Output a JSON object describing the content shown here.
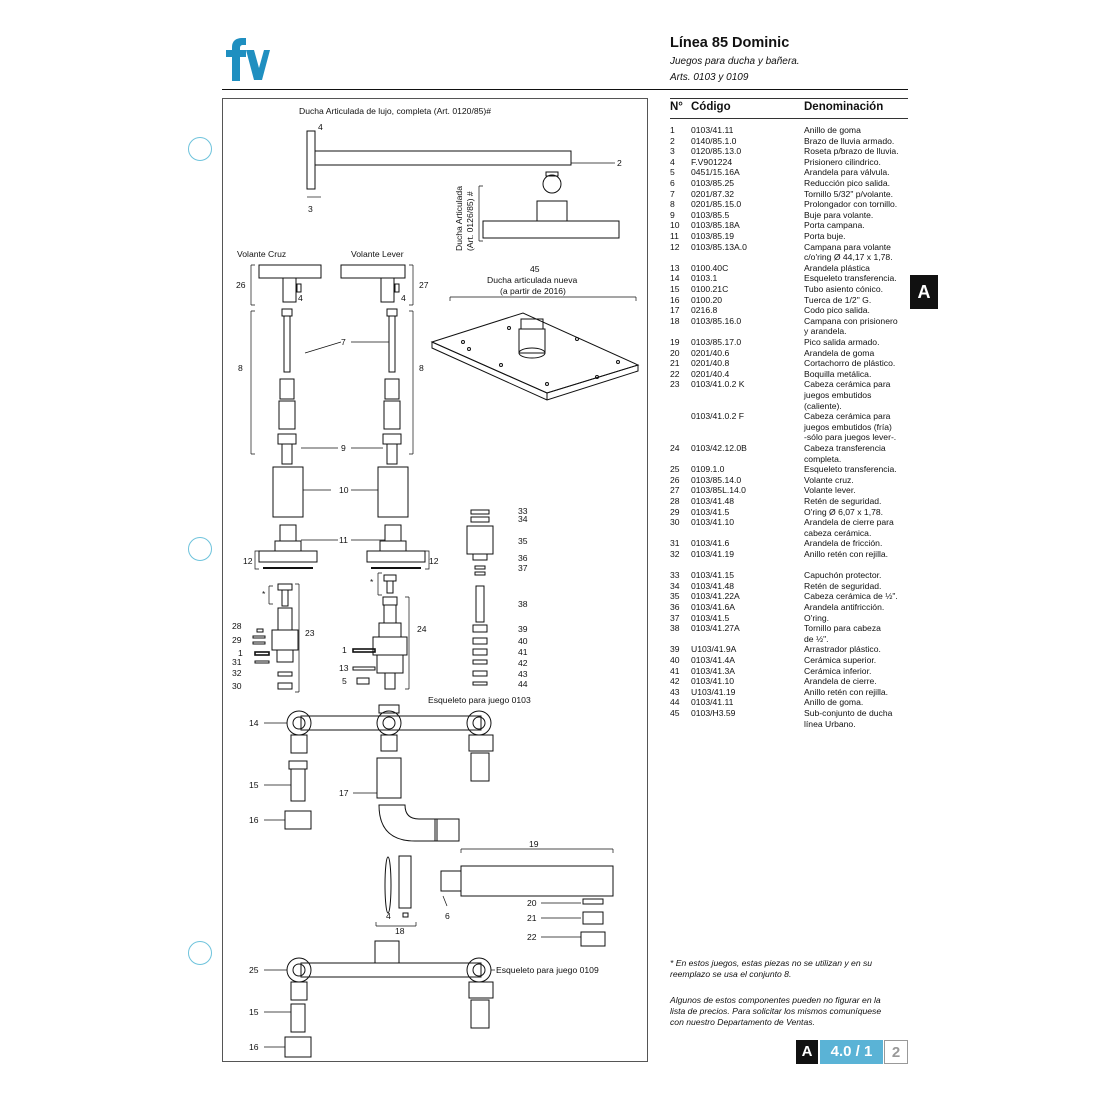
{
  "header": {
    "logo": "fv",
    "title": "Línea 85 Dominic",
    "subtitle": "Juegos para ducha y bañera.",
    "arts": "Arts. 0103 y 0109"
  },
  "diagram": {
    "title_top": "Ducha Articulada de lujo, completa (Art. 0120/85)#",
    "ducha_articulada_l1": "Ducha Articulada",
    "ducha_articulada_l2": "(Art. 0126/85) #",
    "volante_cruz": "Volante Cruz",
    "volante_lever": "Volante Lever",
    "nueva_num": "45",
    "nueva_l1": "Ducha articulada nueva",
    "nueva_l2": "(a partir de 2016)",
    "esqueleto_0103": "Esqueleto para juego 0103",
    "esqueleto_0109": "Esqueleto para juego 0109",
    "star": "*"
  },
  "table": {
    "col_n": "N°",
    "col_code": "Código",
    "col_desc": "Denominación",
    "rows": [
      {
        "n": "1",
        "code": "0103/41.11",
        "desc": [
          "Anillo de goma"
        ]
      },
      {
        "n": "2",
        "code": "0140/85.1.0",
        "desc": [
          "Brazo de lluvia armado."
        ]
      },
      {
        "n": "3",
        "code": "0120/85.13.0",
        "desc": [
          "Roseta p/brazo de lluvia."
        ]
      },
      {
        "n": "4",
        "code": "F.V901224",
        "desc": [
          "Prisionero cilindrico."
        ]
      },
      {
        "n": "5",
        "code": "0451/15.16A",
        "desc": [
          "Arandela para válvula."
        ]
      },
      {
        "n": "6",
        "code": "0103/85.25",
        "desc": [
          "Reducción pico salida."
        ]
      },
      {
        "n": "7",
        "code": "0201/87.32",
        "desc": [
          "Tornillo 5/32\" p/volante."
        ]
      },
      {
        "n": "8",
        "code": "0201/85.15.0",
        "desc": [
          "Prolongador con tornillo."
        ]
      },
      {
        "n": "9",
        "code": "0103/85.5",
        "desc": [
          "Buje para volante."
        ]
      },
      {
        "n": "10",
        "code": "0103/85.18A",
        "desc": [
          "Porta campana."
        ]
      },
      {
        "n": "11",
        "code": "0103/85.19",
        "desc": [
          "Porta buje."
        ]
      },
      {
        "n": "12",
        "code": "0103/85.13A.0",
        "desc": [
          "Campana para volante",
          "c/o'ring Ø 44,17 x 1,78."
        ]
      },
      {
        "n": "13",
        "code": "0100.40C",
        "desc": [
          "Arandela plástica"
        ]
      },
      {
        "n": "14",
        "code": "0103.1",
        "desc": [
          "Esqueleto transferencia."
        ]
      },
      {
        "n": "15",
        "code": "0100.21C",
        "desc": [
          "Tubo asiento cónico."
        ]
      },
      {
        "n": "16",
        "code": "0100.20",
        "desc": [
          "Tuerca de 1/2\" G."
        ]
      },
      {
        "n": "17",
        "code": "0216.8",
        "desc": [
          "Codo pico salida."
        ]
      },
      {
        "n": "18",
        "code": "0103/85.16.0",
        "desc": [
          "Campana con prisionero",
          "y arandela."
        ]
      },
      {
        "n": "19",
        "code": "0103/85.17.0",
        "desc": [
          "Pico salida armado."
        ]
      },
      {
        "n": "20",
        "code": "0201/40.6",
        "desc": [
          "Arandela de goma"
        ]
      },
      {
        "n": "21",
        "code": "0201/40.8",
        "desc": [
          "Cortachorro de plástico."
        ]
      },
      {
        "n": "22",
        "code": "0201/40.4",
        "desc": [
          "Boquilla metálica."
        ]
      },
      {
        "n": "23",
        "code": "0103/41.0.2 K",
        "desc": [
          "Cabeza cerámica para",
          "juegos embutidos",
          "(caliente)."
        ]
      },
      {
        "n": "",
        "code": "0103/41.0.2 F",
        "desc": [
          "Cabeza cerámica para",
          "juegos embutidos (fría)",
          "-sólo para juegos lever-."
        ]
      },
      {
        "n": "24",
        "code": "0103/42.12.0B",
        "desc": [
          "Cabeza transferencia",
          "completa."
        ]
      },
      {
        "n": "25",
        "code": "0109.1.0",
        "desc": [
          "Esqueleto transferencia."
        ]
      },
      {
        "n": "26",
        "code": "0103/85.14.0",
        "desc": [
          "Volante cruz."
        ]
      },
      {
        "n": "27",
        "code": "0103/85L.14.0",
        "desc": [
          "Volante lever."
        ]
      },
      {
        "n": "28",
        "code": "0103/41.48",
        "desc": [
          "Retén de seguridad."
        ]
      },
      {
        "n": "29",
        "code": "0103/41.5",
        "desc": [
          "O'ring Ø 6,07 x 1,78."
        ]
      },
      {
        "n": "30",
        "code": "0103/41.10",
        "desc": [
          "Arandela de cierre para",
          "cabeza cerámica."
        ]
      },
      {
        "n": "31",
        "code": "0103/41.6",
        "desc": [
          "Arandela de fricción."
        ]
      },
      {
        "n": "32",
        "code": "0103/41.19",
        "desc": [
          "Anillo retén con rejilla."
        ]
      },
      {
        "n": "33",
        "code": "0103/41.15",
        "desc": [
          "Capuchón protector."
        ]
      },
      {
        "n": "34",
        "code": "0103/41.48",
        "desc": [
          "Retén de seguridad."
        ]
      },
      {
        "n": "35",
        "code": "0103/41.22A",
        "desc": [
          "Cabeza cerámica de ½\"."
        ]
      },
      {
        "n": "36",
        "code": "0103/41.6A",
        "desc": [
          "Arandela antifricción."
        ]
      },
      {
        "n": "37",
        "code": "0103/41.5",
        "desc": [
          "O'ring."
        ]
      },
      {
        "n": "38",
        "code": "0103/41.27A",
        "desc": [
          "Tornillo para cabeza",
          "de ½\"."
        ]
      },
      {
        "n": "39",
        "code": "U103/41.9A",
        "desc": [
          "Arrastrador plástico."
        ]
      },
      {
        "n": "40",
        "code": "0103/41.4A",
        "desc": [
          "Cerámica superior."
        ]
      },
      {
        "n": "41",
        "code": "0103/41.3A",
        "desc": [
          "Cerámica inferior."
        ]
      },
      {
        "n": "42",
        "code": "0103/41.10",
        "desc": [
          "Arandela de cierre."
        ]
      },
      {
        "n": "43",
        "code": "U103/41.19",
        "desc": [
          "Anillo retén con rejilla."
        ]
      },
      {
        "n": "44",
        "code": "0103/41.11",
        "desc": [
          "Anillo de goma."
        ]
      },
      {
        "n": "45",
        "code": "0103/H3.59",
        "desc": [
          "Sub-conjunto de ducha",
          "línea Urbano."
        ]
      }
    ]
  },
  "notes": {
    "note1_l1": "* En estos juegos, estas piezas no se utilizan y en su",
    "note1_l2": "reemplazo se usa el conjunto 8.",
    "note2_l1": "Algunos de estos componentes pueden no figurar en la",
    "note2_l2": "lista de precios. Para solicitar los mismos comuníquese",
    "note2_l3": "con nuestro Departamento de Ventas."
  },
  "side_tab": "A",
  "page": {
    "section": "A",
    "number": "4.0 / 1",
    "next": "2"
  },
  "colors": {
    "brand": "#1f8fc0",
    "accent": "#5ab3d6",
    "punch": "#6ec3dc"
  }
}
